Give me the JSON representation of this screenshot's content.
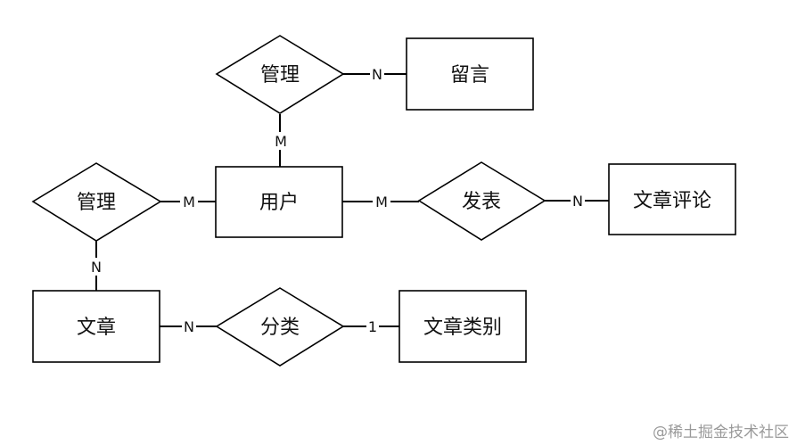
{
  "entities": {
    "message": "留言",
    "user": "用户",
    "article_comment": "文章评论",
    "article": "文章",
    "article_category": "文章类别"
  },
  "relationships": {
    "manage_top": "管理",
    "publish": "发表",
    "manage_left": "管理",
    "classify": "分类"
  },
  "cardinalities": {
    "manage_top_to_message": "N",
    "manage_top_to_user": "M",
    "manage_left_to_user": "M",
    "user_to_publish": "M",
    "publish_to_comment": "N",
    "manage_left_to_article": "N",
    "article_to_classify": "N",
    "classify_to_category": "1"
  },
  "watermark": "@稀土掘金技术社区"
}
